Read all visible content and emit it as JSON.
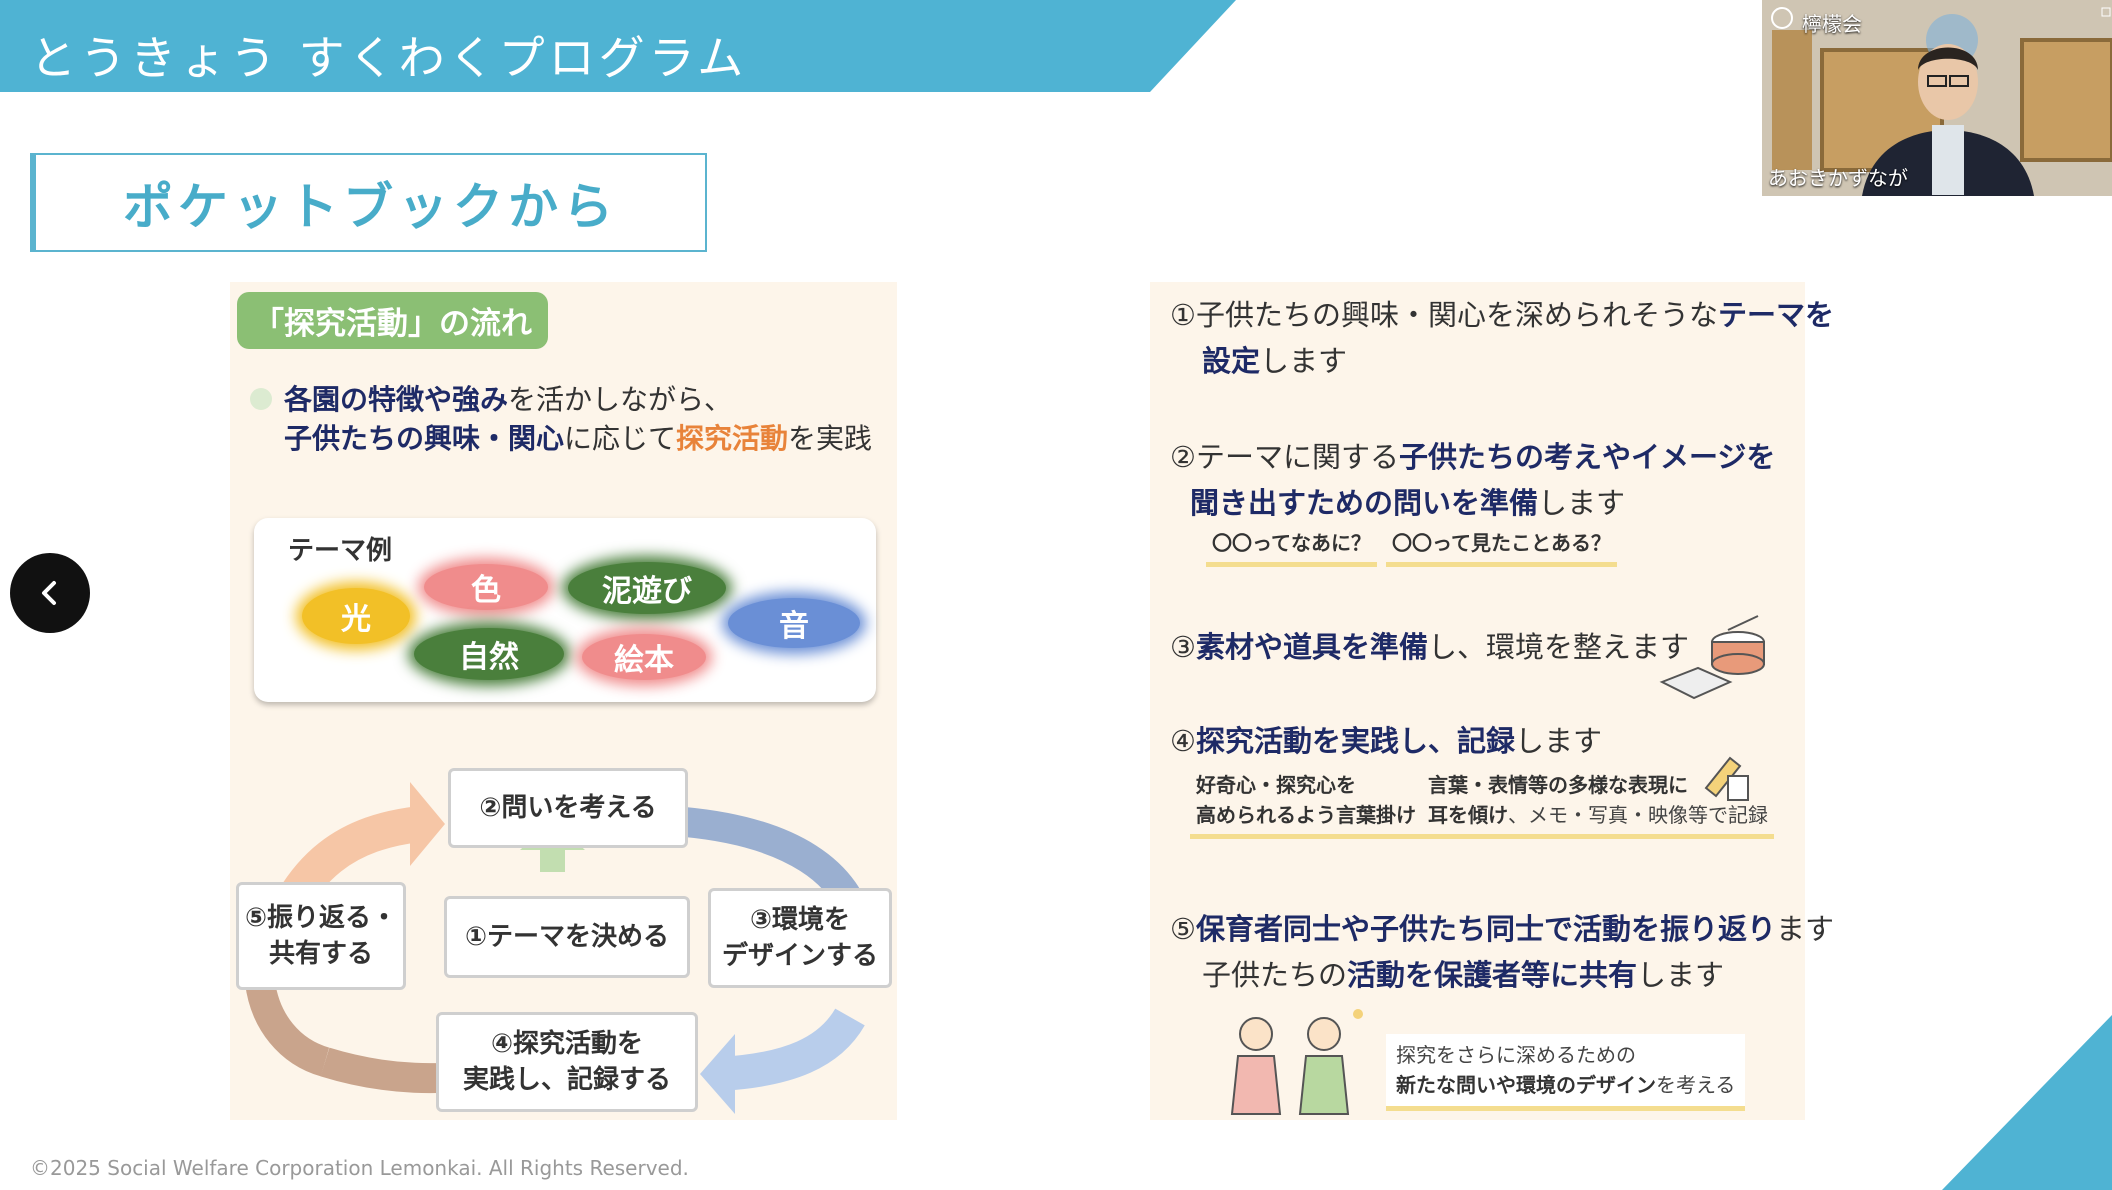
{
  "header": {
    "title": "とうきょう すくわくプログラム",
    "accent_color": "#4fb3d3"
  },
  "section": {
    "title": "ポケットブックから"
  },
  "left_panel": {
    "flow_tag": "「探究活動」の流れ",
    "bullet": {
      "l1_bold": "各園の特徴や強み",
      "l1_rest": "を活かしながら、",
      "l2_bold": "子供たちの興味・関心",
      "l2_mid": "に応じて",
      "l2_orange": "探究活動",
      "l2_end": "を実践"
    },
    "theme": {
      "label": "テーマ例",
      "items": [
        {
          "label": "光",
          "color": "#f2c027"
        },
        {
          "label": "色",
          "color": "#f08c8c"
        },
        {
          "label": "泥遊び",
          "color": "#4a7f3c"
        },
        {
          "label": "自然",
          "color": "#4a7f3c"
        },
        {
          "label": "絵本",
          "color": "#f08c8c"
        },
        {
          "label": "音",
          "color": "#6a8fd6"
        }
      ]
    },
    "steps": {
      "s1": "①テーマを決める",
      "s2": "②問いを考える",
      "s3_l1": "③環境を",
      "s3_l2": "デザインする",
      "s4_l1": "④探究活動を",
      "s4_l2": "実践し、記録する",
      "s5_l1": "⑤振り返る・",
      "s5_l2": "共有する"
    }
  },
  "right_panel": {
    "item1": {
      "a": "①子供たちの興味・関心を深められそうな",
      "b": "テーマを",
      "c": "設定",
      "d": "します"
    },
    "item2": {
      "a": "②テーマに関する",
      "b": "子供たちの考えやイメージを",
      "c": "聞き出すための問いを準備",
      "d": "します",
      "chip1": "〇〇ってなあに？",
      "chip2": "〇〇って見たことある？"
    },
    "item3": {
      "a": "③",
      "b": "素材や道具を準備",
      "c": "し、環境を整えます"
    },
    "item4": {
      "a": "④",
      "b": "探究活動を実践し、記録",
      "c": "します",
      "chip1_l1": "好奇心・探究心を",
      "chip1_l2": "高められるよう言葉掛け",
      "chip2_l1": "言葉・表情等の多様な表現に",
      "chip2_l2_bold": "耳を傾け",
      "chip2_l2_rest": "、メモ・写真・映像等で記録"
    },
    "item5": {
      "a": "⑤",
      "b": "保育者同士や子供たち同士で活動を振り返り",
      "c": "ます",
      "d": "子供たちの",
      "e": "活動を保護者等に共有",
      "f": "します",
      "chip_l1": "探究をさらに深めるための",
      "chip_l2_bold": "新たな問いや環境のデザイン",
      "chip_l2_rest": "を考える"
    }
  },
  "webcam": {
    "top_label": "檸檬会",
    "name": "あおきかずなが"
  },
  "footer": {
    "copyright": "©2025 Social Welfare  Corporation Lemonkai. All Rights Reserved."
  }
}
